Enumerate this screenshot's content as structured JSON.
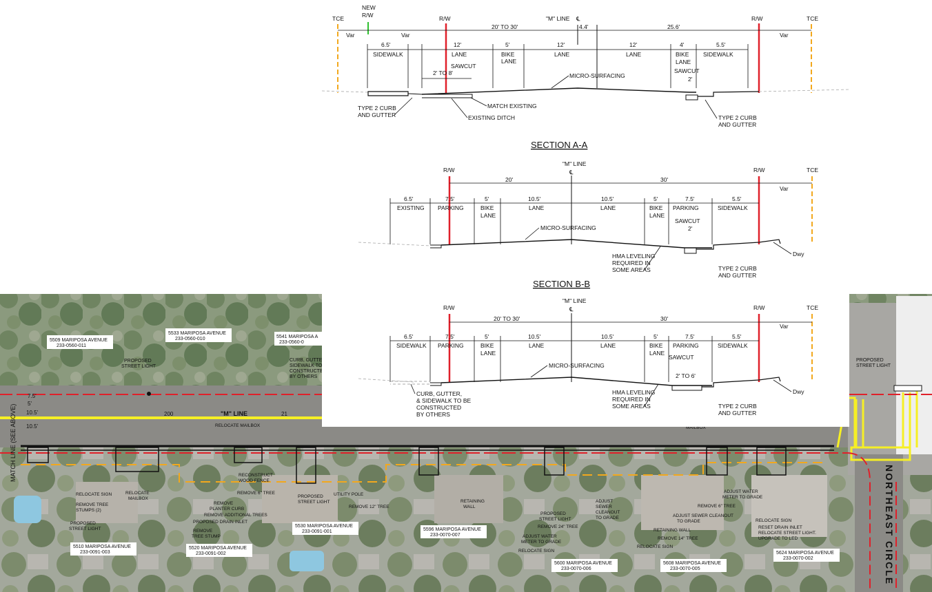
{
  "section_aa": {
    "title": "SECTION A-A",
    "top": {
      "tce_left": "TCE",
      "new_rw": "NEW",
      "new_rw2": "R/W",
      "rw_left": "R/W",
      "m_line": "\"M\" LINE",
      "centerline": "℄",
      "rw_right": "R/W",
      "tce_right": "TCE",
      "var_left": "Var",
      "var_mid": "Var",
      "var_right": "Var",
      "dim_20_30": "20' TO 30'",
      "dim_4_4": "4.4'",
      "dim_25_6": "25.6'"
    },
    "lanes": [
      {
        "dim": "6.5'",
        "label": "SIDEWALK"
      },
      {
        "dim": "12'",
        "label": "LANE"
      },
      {
        "dim": "5'",
        "label": "BIKE",
        "label2": "LANE"
      },
      {
        "dim": "12'",
        "label": "LANE"
      },
      {
        "dim": "12'",
        "label": "LANE"
      },
      {
        "dim": "4'",
        "label": "BIKE",
        "label2": "LANE"
      },
      {
        "dim": "5.5'",
        "label": "SIDEWALK"
      }
    ],
    "notes": {
      "sawcut_left": "SAWCUT",
      "dim_2_8": "2' TO 8'",
      "sawcut_right": "SAWCUT",
      "dim_2": "2'",
      "micro": "MICRO-SURFACING",
      "curb_left": "TYPE 2 CURB",
      "curb_left2": "AND GUTTER",
      "match": "MATCH EXISTING",
      "ditch": "EXISTING DITCH",
      "curb_right": "TYPE 2 CURB",
      "curb_right2": "AND GUTTER"
    }
  },
  "section_bb": {
    "title": "SECTION B-B",
    "top": {
      "rw_left": "R/W",
      "m_line": "\"M\" LINE",
      "centerline": "℄",
      "rw_right": "R/W",
      "tce": "TCE",
      "dim_20": "20'",
      "dim_30": "30'",
      "var": "Var"
    },
    "lanes": [
      {
        "dim": "6.5'",
        "label": "EXISTING"
      },
      {
        "dim": "7.5'",
        "label": "PARKING"
      },
      {
        "dim": "5'",
        "label": "BIKE",
        "label2": "LANE"
      },
      {
        "dim": "10.5'",
        "label": "LANE"
      },
      {
        "dim": "10.5'",
        "label": "LANE"
      },
      {
        "dim": "5'",
        "label": "BIKE",
        "label2": "LANE"
      },
      {
        "dim": "7.5'",
        "label": "PARKING"
      },
      {
        "dim": "5.5'",
        "label": "SIDEWALK"
      }
    ],
    "notes": {
      "sawcut": "SAWCUT",
      "dim_2": "2'",
      "micro": "MICRO-SURFACING",
      "hma1": "HMA LEVELING",
      "hma2": "REQUIRED IN",
      "hma3": "SOME AREAS",
      "curb1": "TYPE 2 CURB",
      "curb2": "AND GUTTER",
      "dwy": "Dwy"
    }
  },
  "section_cc": {
    "top": {
      "rw_left": "R/W",
      "m_line": "\"M\" LINE",
      "centerline": "℄",
      "rw_right": "R/W",
      "tce": "TCE",
      "dim_20_30": "20' TO 30'",
      "dim_30": "30'",
      "var": "Var"
    },
    "lanes": [
      {
        "dim": "6.5'",
        "label": "SIDEWALK"
      },
      {
        "dim": "7.5'",
        "label": "PARKING"
      },
      {
        "dim": "5'",
        "label": "BIKE",
        "label2": "LANE"
      },
      {
        "dim": "10.5'",
        "label": "LANE"
      },
      {
        "dim": "10.5'",
        "label": "LANE"
      },
      {
        "dim": "5'",
        "label": "BIKE",
        "label2": "LANE"
      },
      {
        "dim": "7.5'",
        "label": "PARKING"
      },
      {
        "dim": "5.5'",
        "label": "SIDEWALK"
      }
    ],
    "notes": {
      "sawcut": "SAWCUT",
      "dim_2_6": "2' TO 6'",
      "micro": "MICRO-SURFACING",
      "curb_left1": "CURB, GUTTER,",
      "curb_left2": "& SIDEWALK TO BE",
      "curb_left3": "CONSTRUCTED",
      "curb_left4": "BY OTHERS",
      "hma1": "HMA LEVELING",
      "hma2": "REQUIRED IN",
      "hma3": "SOME AREAS",
      "curb1": "TYPE 2 CURB",
      "curb2": "AND GUTTER",
      "dwy": "Dwy"
    }
  },
  "plan": {
    "match_line": "MATCH LINE (SEE ABOVE)",
    "street_vertical": "NORTHEAST CIRCLE",
    "m_line": "\"M\" LINE",
    "sta_200": "200",
    "sta_21": "21",
    "dims_left": [
      "7.5'",
      "5'",
      "10.5'",
      "10.5'"
    ],
    "addresses_north": [
      {
        "addr": "5509 MARIPOSA AVENUE",
        "apn": "233-0560-011"
      },
      {
        "addr": "5533 MARIPOSA AVENUE",
        "apn": "233-0560-010"
      },
      {
        "addr": "5541 MARIPOSA A",
        "apn": "233-0560-0"
      }
    ],
    "addresses_south": [
      {
        "addr": "5510 MARIPOSA AVENUE",
        "apn": "233-0091-003"
      },
      {
        "addr": "5520 MARIPOSA AVENUE",
        "apn": "233-0091-002"
      },
      {
        "addr": "5530 MARIPOSA AVENUE",
        "apn": "233-0091-001"
      },
      {
        "addr": "5596 MARIPOSA AVENUE",
        "apn": "233-0070-007"
      },
      {
        "addr": "5600 MARIPOSA AVENUE",
        "apn": "233-0070-006"
      },
      {
        "addr": "5608 MARIPOSA AVENUE",
        "apn": "233-0070-005"
      },
      {
        "addr": "5624 MARIPOSA AVENUE",
        "apn": "233-0070-002"
      }
    ],
    "notes": {
      "proposed_sl": "PROPOSED",
      "street_light": "STREET LIGHT",
      "curb_gutter": "CURB, GUTTER,",
      "sidewalk_to": "SIDEWALK TO BE",
      "constructed": "CONSTRUCTED",
      "by_others": "BY OTHERS",
      "relocate_mailbox": "RELOCATE MAILBOX",
      "relocate_sign": "RELOCATE SIGN",
      "relocate": "RELOCATE",
      "mailbox": "MAILBOX",
      "remove_tree_stumps": "REMOVE TREE",
      "stumps": "STUMPS (2)",
      "remove_planter": "REMOVE",
      "planter_curb": "PLANTER CURB",
      "remove_additional": "REMOVE ADDITIONAL TREES",
      "proposed_drain": "PROPOSED DRAIN INLET",
      "remove_stump": "REMOVE",
      "tree_stump": "TREE STUMP",
      "reconstruct": "RECONSTRUCT",
      "wood_fence": "WOOD FENCE",
      "remove_6_tree": "REMOVE 6\" TREE",
      "utility_pole": "UTILITY POLE",
      "remove_12_tree": "REMOVE 12\" TREE",
      "retaining": "RETAINING",
      "wall": "WALL",
      "remove_24_tree": "REMOVE 24\" TREE",
      "adjust_water": "ADJUST WATER",
      "meter_grade": "METER TO GRADE",
      "adjust": "ADJUST",
      "sewer": "SEWER",
      "cleanout": "CLEANOUT",
      "to_grade": "TO GRADE",
      "adjust_sewer_cleanout": "ADJUST SEWER CLEANOUT",
      "retaining_wall": "RETAINING WALL",
      "remove_14_tree": "REMOVE 14\" TREE",
      "remove_8_tree": "REMOVE 8\" TREE",
      "reset_drain": "RESET DRAIN INLET",
      "relocate_street_light": "RELOCATE STREET LIGHT.",
      "upgrade_led": "UPGRADE TO LED",
      "relocate_mailbox2": "RELOCATE MAILBOX"
    }
  }
}
